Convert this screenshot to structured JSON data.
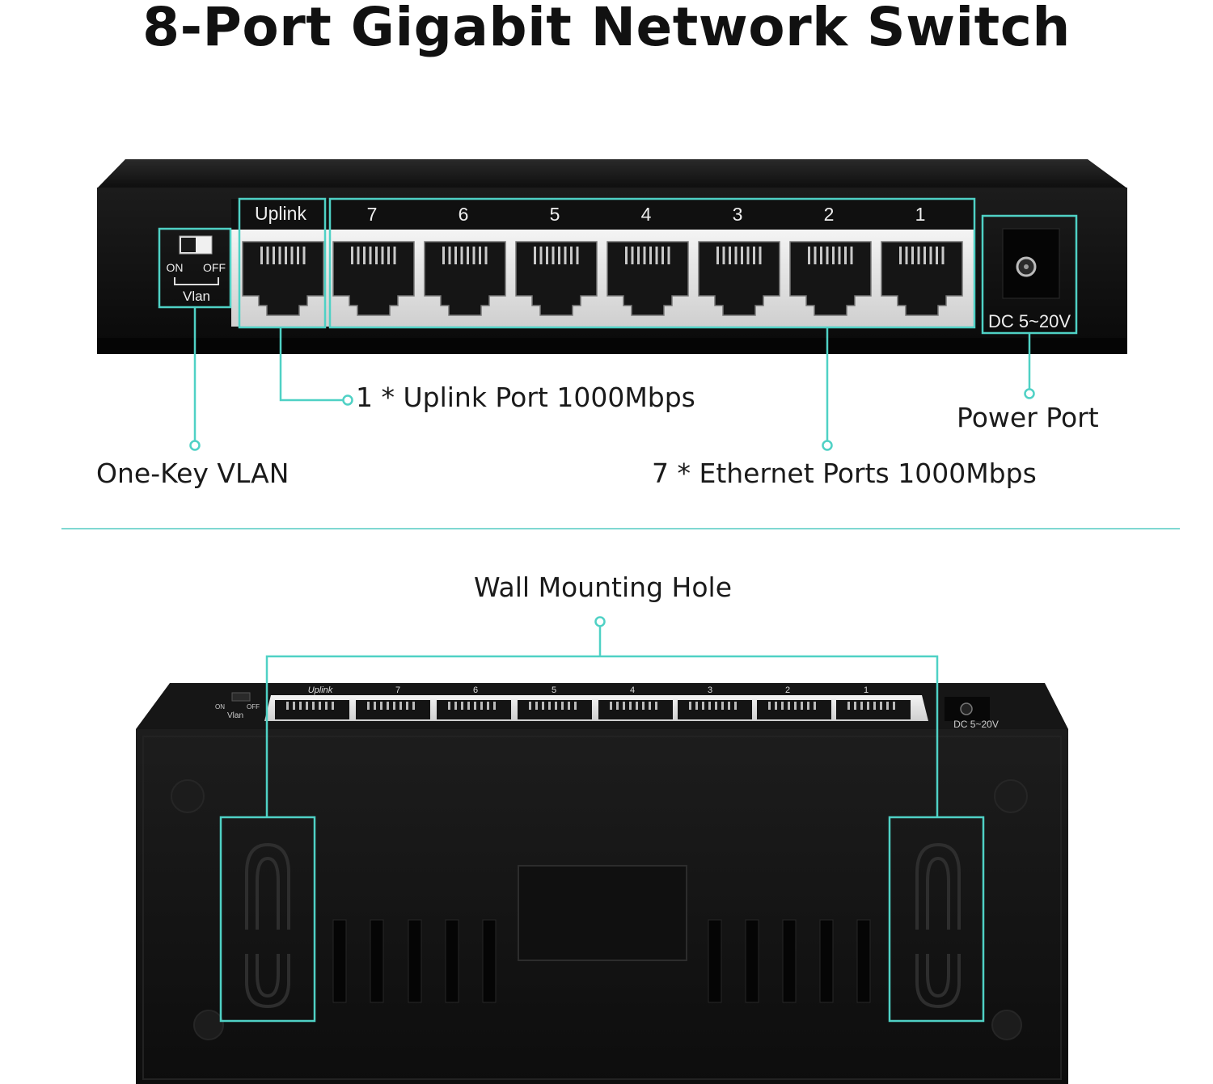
{
  "title": "8-Port Gigabit Network Switch",
  "device_front": {
    "vlan_switch": {
      "on": "ON",
      "off": "OFF",
      "name": "Vlan"
    },
    "uplink_label": "Uplink",
    "port_labels": [
      "7",
      "6",
      "5",
      "4",
      "3",
      "2",
      "1"
    ],
    "power_label": "DC 5~20V"
  },
  "callouts": {
    "uplink": "1 * Uplink Port 1000Mbps",
    "power": "Power Port",
    "vlan": "One-Key VLAN",
    "ethernet": "7 * Ethernet Ports 1000Mbps",
    "wall": "Wall Mounting Hole"
  },
  "device_bottom": {
    "vlan_switch": {
      "on": "ON",
      "off": "OFF",
      "name": "Vlan"
    },
    "uplink_label": "Uplink",
    "port_labels": [
      "7",
      "6",
      "5",
      "4",
      "3",
      "2",
      "1"
    ],
    "power_label": "DC 5~20V"
  },
  "colors": {
    "accent": "#4fd1c5",
    "device": "#141414",
    "port_panel": "#e9e9e9",
    "divider": "#7fd8d2"
  }
}
